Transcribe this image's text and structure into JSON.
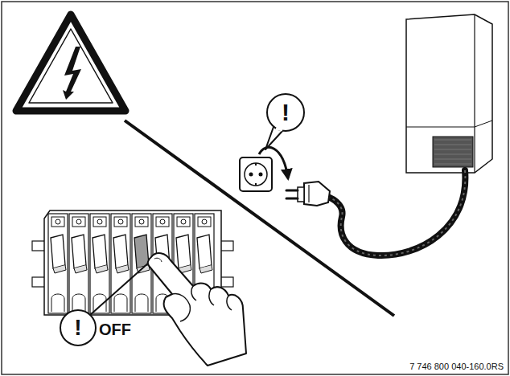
{
  "diagram": {
    "labels": [
      "!",
      "!",
      "OFF",
      "7 746 800 040-160.0RS"
    ]
  }
}
